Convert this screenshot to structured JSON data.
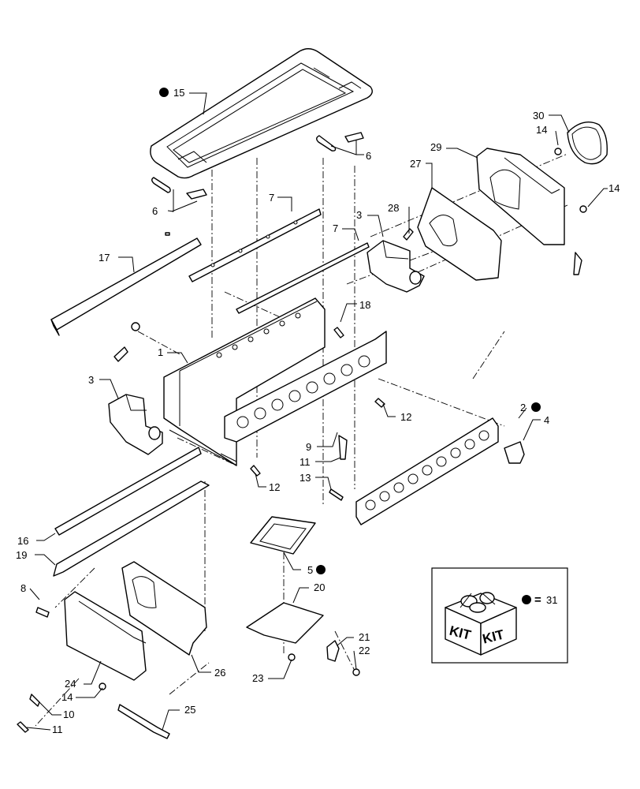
{
  "callouts": {
    "c1": "1",
    "c2": "2",
    "c3a": "3",
    "c3b": "3",
    "c4": "4",
    "c5": "5",
    "c6a": "6",
    "c6b": "6",
    "c7a": "7",
    "c7b": "7",
    "c8": "8",
    "c9": "9",
    "c10": "10",
    "c11a": "11",
    "c11b": "11",
    "c12a": "12",
    "c12b": "12",
    "c13": "13",
    "c14a": "14",
    "c14b": "14",
    "c14c": "14",
    "c15": "15",
    "c16": "16",
    "c17": "17",
    "c18": "18",
    "c19": "19",
    "c20": "20",
    "c21": "21",
    "c22": "22",
    "c23": "23",
    "c24": "24",
    "c25": "25",
    "c26": "26",
    "c27": "27",
    "c28": "28",
    "c29": "29",
    "c30": "30"
  },
  "kit_box": {
    "label_left": "KIT",
    "label_right": "KIT",
    "legend_equals": "=",
    "legend_item": "31"
  },
  "marker_legend": "filled dot = part included in kit"
}
